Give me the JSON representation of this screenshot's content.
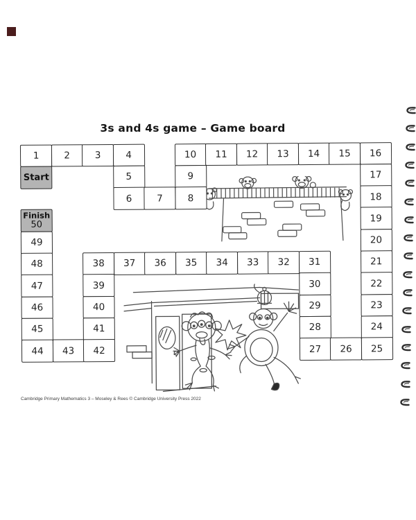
{
  "page": {
    "title": "3s and 4s game – Game board",
    "footer": "Cambridge Primary Mathematics 3 – Moseley & Rees © Cambridge University Press 2022"
  },
  "board": {
    "start_label": "Start",
    "finish_label": "Finish",
    "finish_number": "50",
    "highlight_color": "#b4b4b4",
    "line_color": "#2e2e2e",
    "columns": 12,
    "rows": 10,
    "cells": [
      {
        "n": "1",
        "c": 0,
        "r": 0
      },
      {
        "n": "2",
        "c": 1,
        "r": 0
      },
      {
        "n": "3",
        "c": 2,
        "r": 0
      },
      {
        "n": "4",
        "c": 3,
        "r": 0
      },
      {
        "n": "10",
        "c": 5,
        "r": 0
      },
      {
        "n": "11",
        "c": 6,
        "r": 0
      },
      {
        "n": "12",
        "c": 7,
        "r": 0
      },
      {
        "n": "13",
        "c": 8,
        "r": 0
      },
      {
        "n": "14",
        "c": 9,
        "r": 0
      },
      {
        "n": "15",
        "c": 10,
        "r": 0
      },
      {
        "n": "16",
        "c": 11,
        "r": 0
      },
      {
        "type": "start",
        "c": 0,
        "r": 1
      },
      {
        "n": "5",
        "c": 3,
        "r": 1
      },
      {
        "n": "9",
        "c": 5,
        "r": 1
      },
      {
        "n": "17",
        "c": 11,
        "r": 1
      },
      {
        "n": "6",
        "c": 3,
        "r": 2
      },
      {
        "n": "7",
        "c": 4,
        "r": 2
      },
      {
        "n": "8",
        "c": 5,
        "r": 2
      },
      {
        "n": "18",
        "c": 11,
        "r": 2
      },
      {
        "type": "finish",
        "c": 0,
        "r": 3
      },
      {
        "n": "19",
        "c": 11,
        "r": 3
      },
      {
        "n": "49",
        "c": 0,
        "r": 4
      },
      {
        "n": "20",
        "c": 11,
        "r": 4
      },
      {
        "n": "48",
        "c": 0,
        "r": 5
      },
      {
        "n": "38",
        "c": 2,
        "r": 5
      },
      {
        "n": "37",
        "c": 3,
        "r": 5
      },
      {
        "n": "36",
        "c": 4,
        "r": 5
      },
      {
        "n": "35",
        "c": 5,
        "r": 5
      },
      {
        "n": "34",
        "c": 6,
        "r": 5
      },
      {
        "n": "33",
        "c": 7,
        "r": 5
      },
      {
        "n": "32",
        "c": 8,
        "r": 5
      },
      {
        "n": "31",
        "c": 9,
        "r": 5
      },
      {
        "n": "21",
        "c": 11,
        "r": 5
      },
      {
        "n": "47",
        "c": 0,
        "r": 6
      },
      {
        "n": "39",
        "c": 2,
        "r": 6
      },
      {
        "n": "30",
        "c": 9,
        "r": 6
      },
      {
        "n": "22",
        "c": 11,
        "r": 6
      },
      {
        "n": "46",
        "c": 0,
        "r": 7
      },
      {
        "n": "40",
        "c": 2,
        "r": 7
      },
      {
        "n": "29",
        "c": 9,
        "r": 7
      },
      {
        "n": "23",
        "c": 11,
        "r": 7
      },
      {
        "n": "45",
        "c": 0,
        "r": 8
      },
      {
        "n": "41",
        "c": 2,
        "r": 8
      },
      {
        "n": "28",
        "c": 9,
        "r": 8
      },
      {
        "n": "24",
        "c": 11,
        "r": 8
      },
      {
        "n": "44",
        "c": 0,
        "r": 9
      },
      {
        "n": "43",
        "c": 1,
        "r": 9
      },
      {
        "n": "42",
        "c": 2,
        "r": 9
      },
      {
        "n": "27",
        "c": 9,
        "r": 9
      },
      {
        "n": "26",
        "c": 10,
        "r": 9
      },
      {
        "n": "25",
        "c": 11,
        "r": 9
      }
    ]
  },
  "decor": {
    "registration_mark_color": "#4b1d1d",
    "binding_ring_count": 17,
    "binding_ring_color": "#2e2e2e",
    "illustrations": {
      "top": "monkeys-climbing-horizontal-ladder-on-wall",
      "bottom": "monkeys-running-out-of-doorway"
    }
  }
}
